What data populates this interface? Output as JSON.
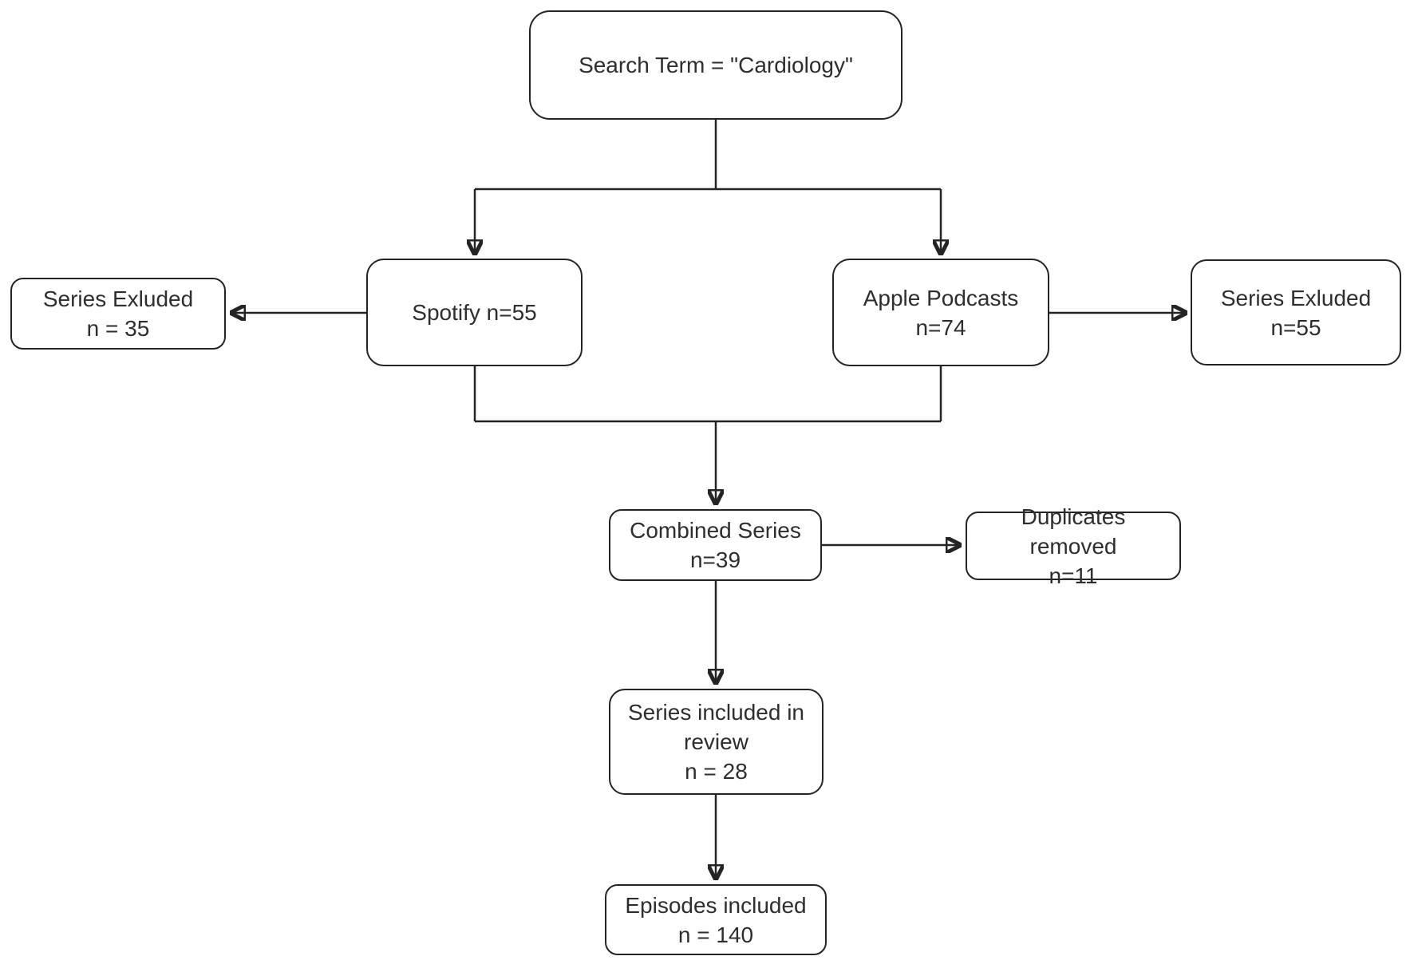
{
  "diagram": {
    "type": "flowchart",
    "nodes": {
      "search_term": {
        "lines": [
          "Search Term = \"Cardiology\""
        ]
      },
      "spotify": {
        "lines": [
          "Spotify n=55"
        ]
      },
      "apple_podcasts": {
        "lines": [
          "Apple Podcasts",
          "n=74"
        ]
      },
      "series_excluded_left": {
        "lines": [
          "Series Exluded",
          "n = 35"
        ]
      },
      "series_excluded_right": {
        "lines": [
          "Series Exluded",
          "n=55"
        ]
      },
      "combined_series": {
        "lines": [
          "Combined Series",
          "n=39"
        ]
      },
      "duplicates_removed": {
        "lines": [
          "Duplicates removed",
          "n=11"
        ]
      },
      "series_included": {
        "lines": [
          "Series included in",
          "review",
          "n = 28"
        ]
      },
      "episodes_included": {
        "lines": [
          "Episodes included",
          "n = 140"
        ]
      }
    },
    "edges": [
      {
        "from": "search_term",
        "to": "spotify"
      },
      {
        "from": "search_term",
        "to": "apple_podcasts"
      },
      {
        "from": "spotify",
        "to": "series_excluded_left"
      },
      {
        "from": "apple_podcasts",
        "to": "series_excluded_right"
      },
      {
        "from": "spotify",
        "to": "combined_series"
      },
      {
        "from": "apple_podcasts",
        "to": "combined_series"
      },
      {
        "from": "combined_series",
        "to": "duplicates_removed"
      },
      {
        "from": "combined_series",
        "to": "series_included"
      },
      {
        "from": "series_included",
        "to": "episodes_included"
      }
    ],
    "colors": {
      "stroke": "#242424",
      "text": "#2e2e2e",
      "node_fill": "#ffffff",
      "background": "#ffffff"
    }
  }
}
